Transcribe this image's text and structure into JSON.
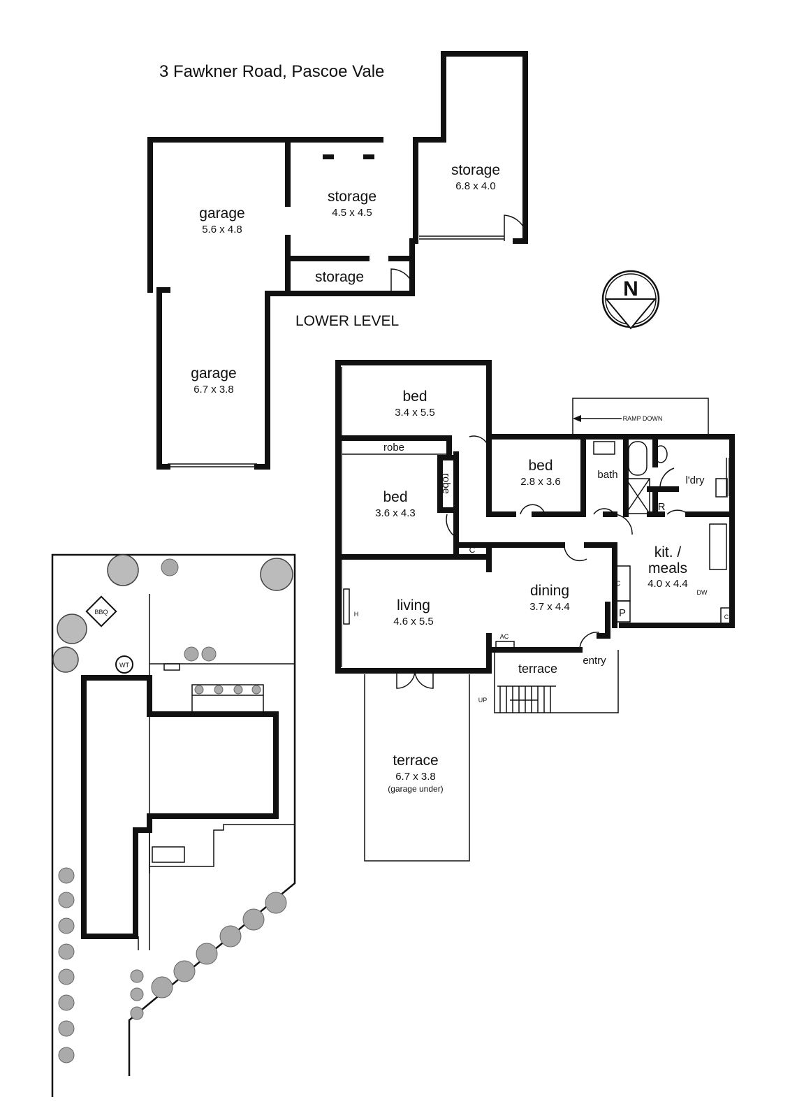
{
  "title": "3 Fawkner Road, Pascoe Vale",
  "lower_level": {
    "label": "LOWER LEVEL",
    "rooms": [
      {
        "name": "garage",
        "dim": "5.6 x 4.8"
      },
      {
        "name": "storage",
        "dim": "4.5 x 4.5"
      },
      {
        "name": "storage",
        "dim": "6.8 x 4.0"
      },
      {
        "name": "storage",
        "dim": ""
      },
      {
        "name": "garage",
        "dim": "6.7 x 3.8"
      }
    ]
  },
  "compass": {
    "label": "N"
  },
  "upper_level": {
    "rooms": [
      {
        "name": "bed",
        "dim": "3.4 x 5.5"
      },
      {
        "name": "bed",
        "dim": "3.6 x 4.3"
      },
      {
        "name": "bed",
        "dim": "2.8 x 3.6"
      },
      {
        "name": "living",
        "dim": "4.6 x 5.5"
      },
      {
        "name": "dining",
        "dim": "3.7 x 4.4"
      },
      {
        "name": "kit. /",
        "dim": "4.0 x 4.4",
        "name2": "meals"
      },
      {
        "name": "terrace",
        "dim": "6.7 x 3.8",
        "note": "(garage under)"
      }
    ],
    "labels": {
      "robe1": "robe",
      "robe2": "robe",
      "bath": "bath",
      "laundry": "l'dry",
      "r": "R",
      "c1": "C",
      "c2": "C",
      "c3": "C",
      "p": "P",
      "dw": "DW",
      "h": "H",
      "ac": "AC",
      "terrace": "terrace",
      "entry": "entry",
      "up": "UP",
      "ramp": "RAMP DOWN"
    }
  },
  "site_plan": {
    "bbq": "BBQ",
    "wt": "WT"
  }
}
